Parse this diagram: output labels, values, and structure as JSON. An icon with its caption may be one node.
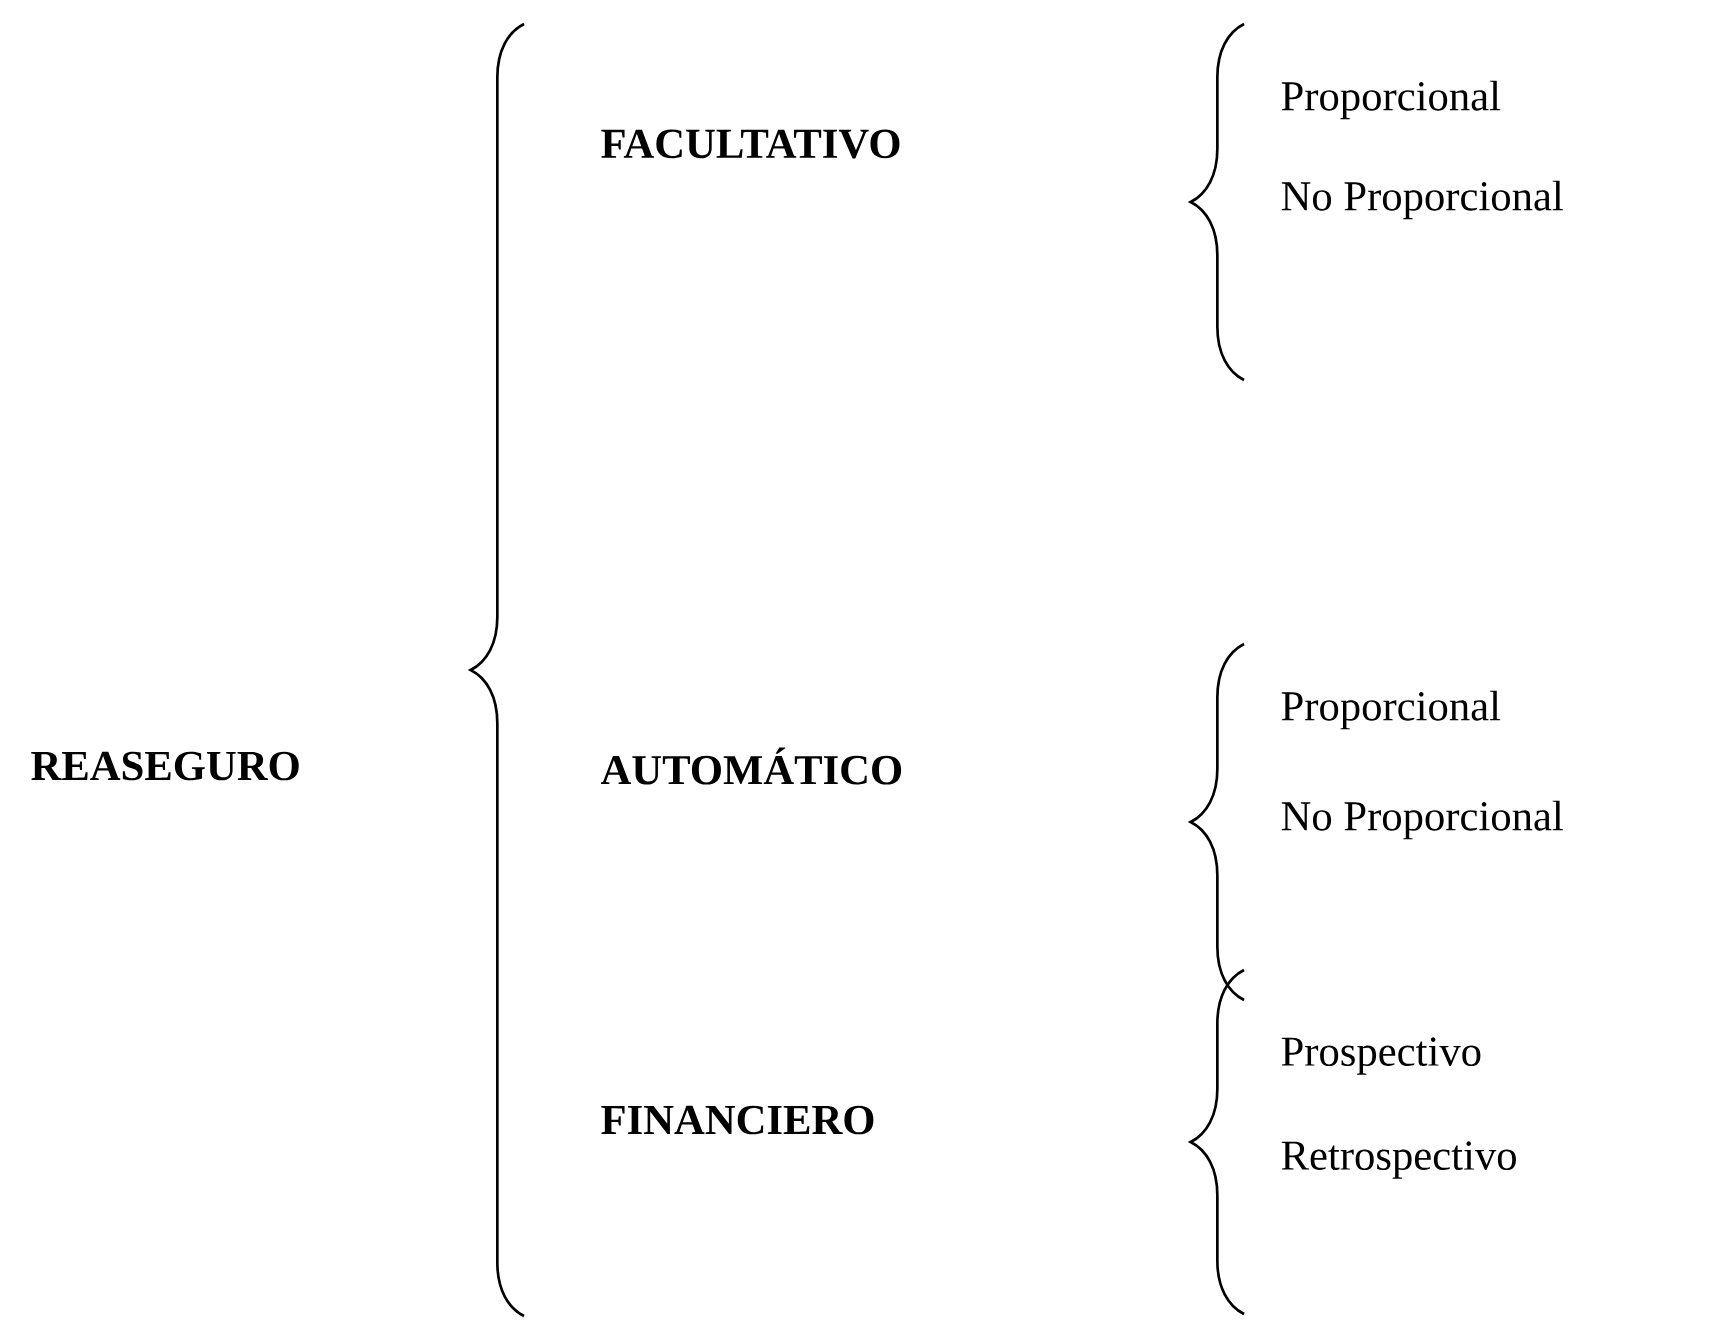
{
  "diagram": {
    "labels": [
      "REASEGURO",
      "FACULTATIVO",
      "Proporcional",
      "No Proporcional",
      "AUTOMÁTICO",
      "Proporcional",
      "No Proporcional",
      "FINANCIERO",
      "Prospectivo",
      "Retrospectivo"
    ]
  }
}
